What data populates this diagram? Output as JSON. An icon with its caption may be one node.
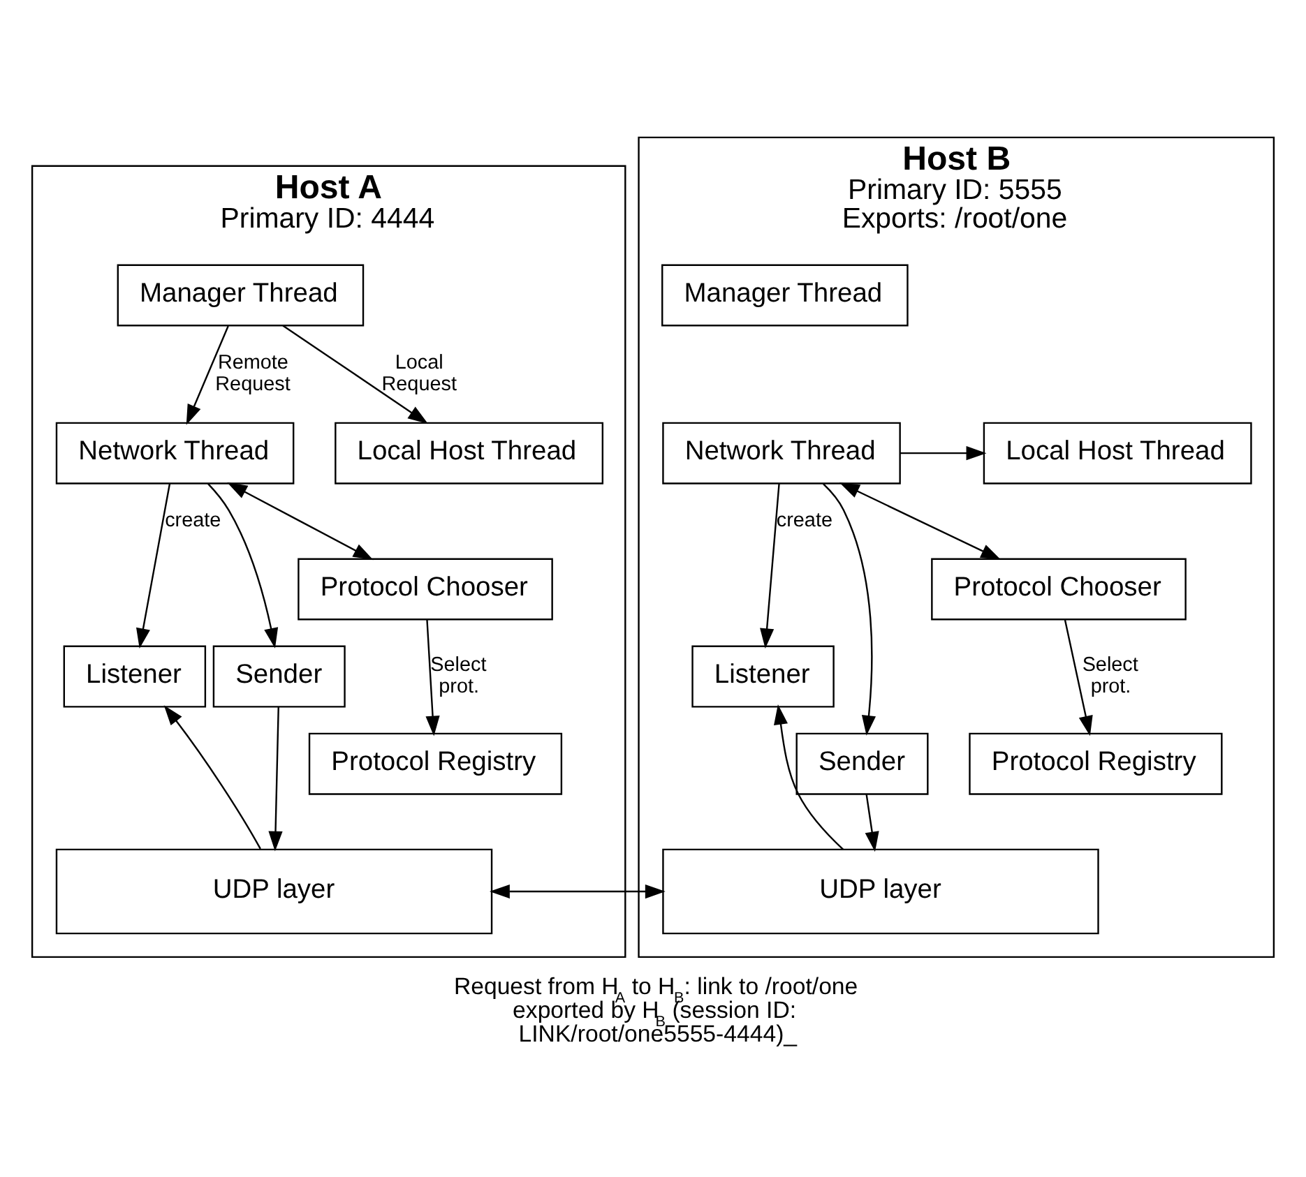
{
  "diagram": {
    "caption": "Request from H$_{A}$ to H$_{B}$: link to /root/one exported by H$_{B}$ (session ID: LINK/root/one5555-4444)_",
    "nodes": [
      {
        "text": [
          "Host A",
          "Primary ID: 4444"
        ]
      },
      {
        "text": [
          "Manager Thread"
        ],
        "in": 0
      },
      {
        "text": [
          "Network Thread"
        ],
        "in": 0
      },
      {
        "text": [
          "Local Host Thread"
        ],
        "in": 0
      },
      {
        "text": [
          "Listener"
        ],
        "in": 0
      },
      {
        "text": [
          "Sender"
        ],
        "in": 0
      },
      {
        "text": [
          "Protocol Chooser"
        ],
        "in": 0
      },
      {
        "text": [
          "Protocol Registry"
        ],
        "in": 0
      },
      {
        "text": [
          "UDP layer"
        ],
        "in": 0
      },
      {
        "text": [
          "Host B",
          "Primary ID: 5555",
          "Exports: /root/one"
        ]
      },
      {
        "text": [
          "Manager Thread"
        ],
        "in": 9
      },
      {
        "text": [
          "Network Thread"
        ],
        "in": 9
      },
      {
        "text": [
          "Local Host Thread"
        ],
        "in": 9
      },
      {
        "text": [
          "Listener"
        ],
        "in": 9
      },
      {
        "text": [
          "Sender"
        ],
        "in": 9
      },
      {
        "text": [
          "Protocol Chooser"
        ],
        "in": 9
      },
      {
        "text": [
          "Protocol Registry"
        ],
        "in": 9
      },
      {
        "text": [
          "UDP layer"
        ],
        "in": 9
      }
    ],
    "edges": [
      {
        "from": 1,
        "to": 2,
        "arrow": "to",
        "label": "Remote Request"
      },
      {
        "from": 1,
        "to": 3,
        "arrow": "to",
        "label": "Local Request"
      },
      {
        "from": 2,
        "to": 4,
        "arrow": "to",
        "label": "create"
      },
      {
        "from": 2,
        "to": 5,
        "arrow": "to"
      },
      {
        "from": 2,
        "to": 6,
        "arrow": "both"
      },
      {
        "from": 6,
        "to": 7,
        "arrow": "to",
        "label": "Select prot."
      },
      {
        "from": 5,
        "to": 8,
        "arrow": "to"
      },
      {
        "from": 8,
        "to": 4,
        "arrow": "to"
      },
      {
        "from": 8,
        "to": 17,
        "arrow": "both"
      },
      {
        "from": 11,
        "to": 12,
        "arrow": "to"
      },
      {
        "from": 11,
        "to": 13,
        "arrow": "to",
        "label": "create"
      },
      {
        "from": 11,
        "to": 14,
        "arrow": "to"
      },
      {
        "from": 11,
        "to": 15,
        "arrow": "both"
      },
      {
        "from": 15,
        "to": 16,
        "arrow": "to",
        "label": "Select prot."
      },
      {
        "from": 14,
        "to": 17,
        "arrow": "to"
      },
      {
        "from": 17,
        "to": 13,
        "arrow": "to"
      }
    ]
  }
}
